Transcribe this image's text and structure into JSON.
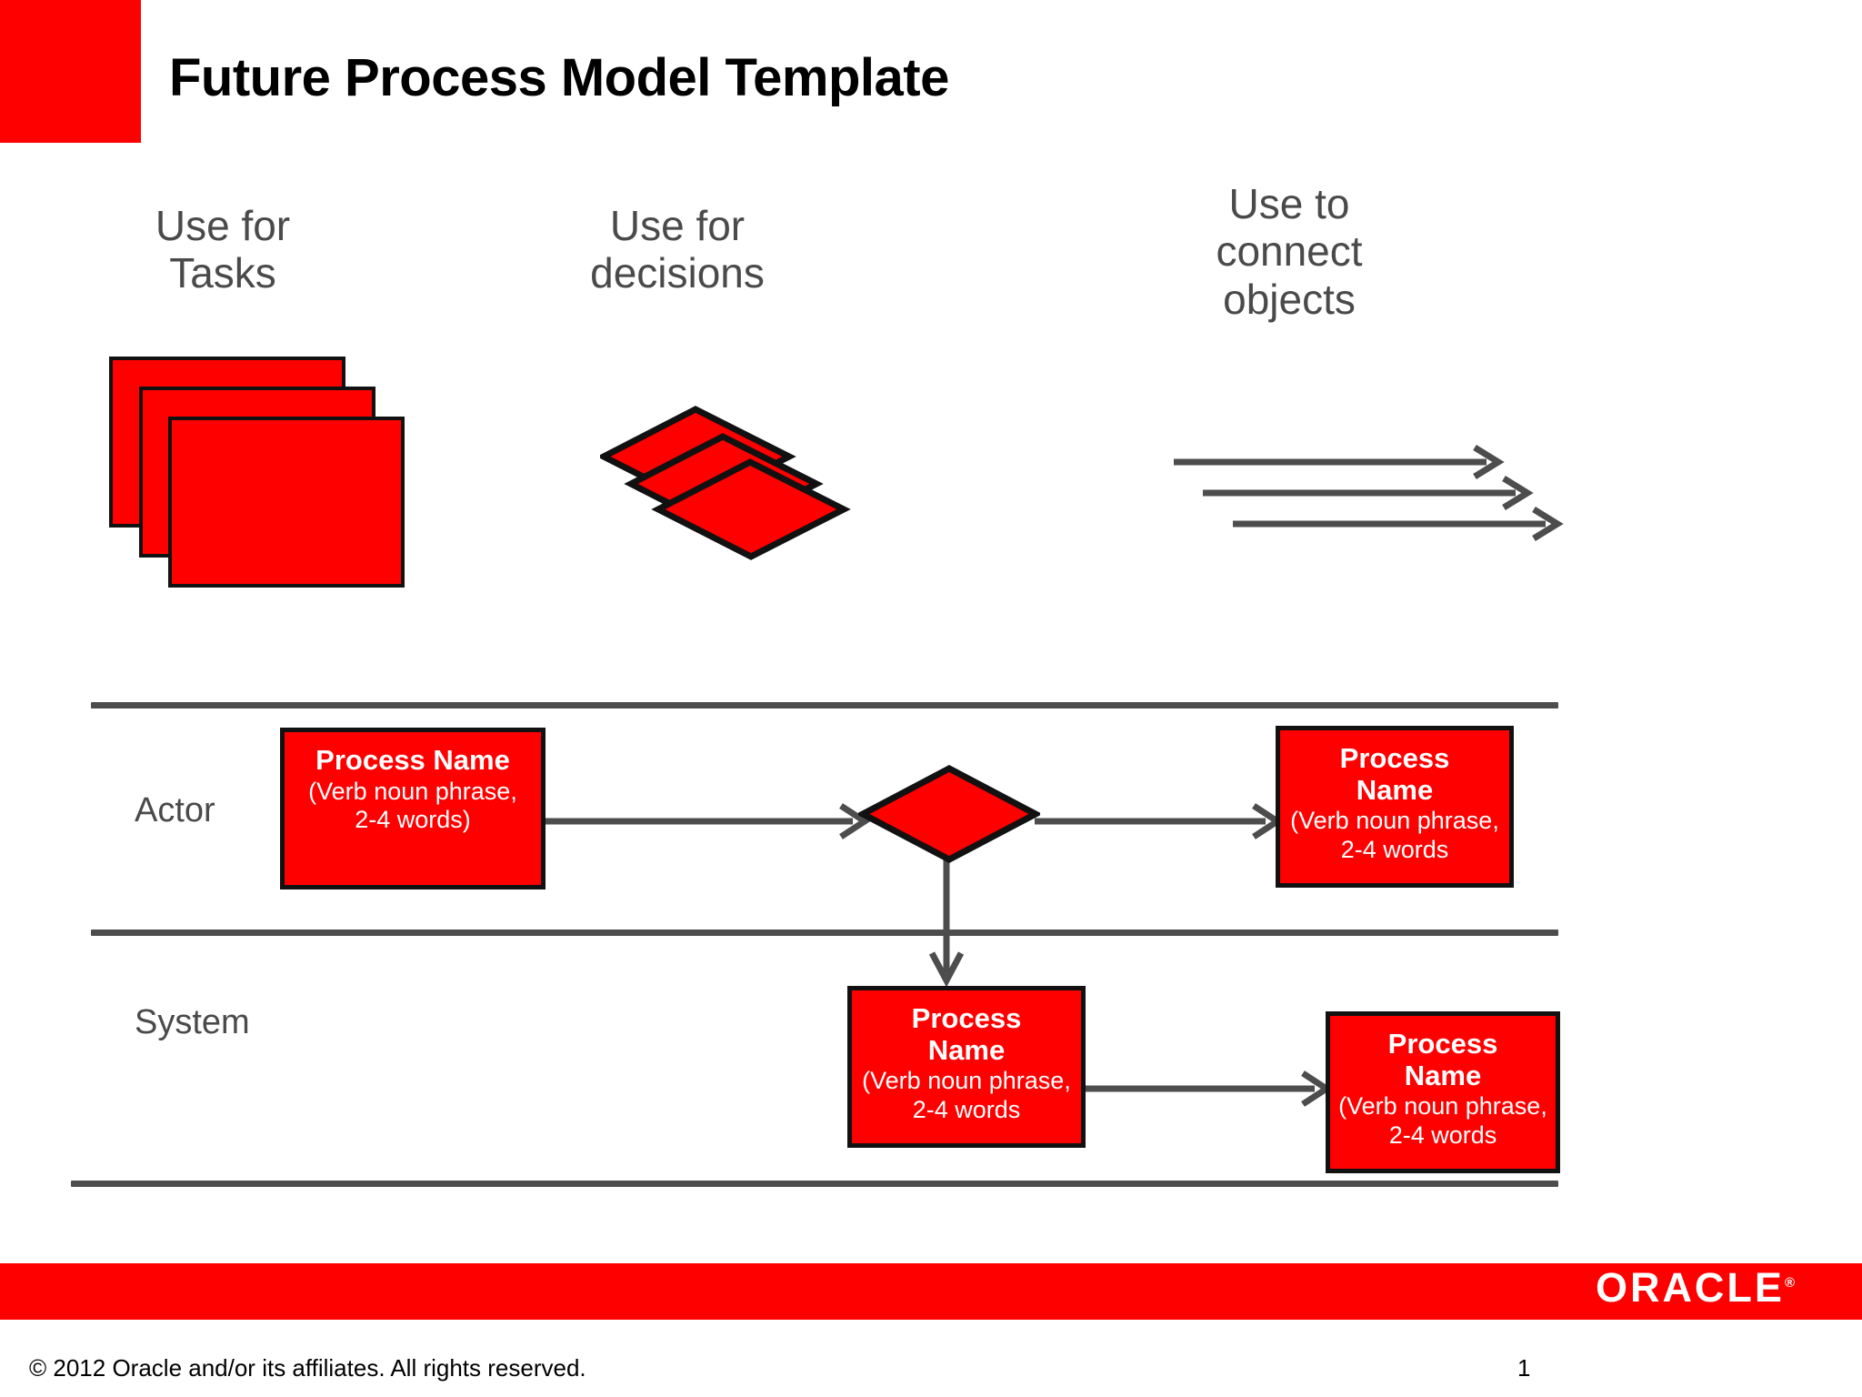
{
  "slide": {
    "title": "Future Process Model Template",
    "accent_color": "#ff0000",
    "text_gray": "#4a4a4a",
    "line_gray": "#4d4d4d"
  },
  "legend": {
    "tasks": {
      "caption_line1": "Use for",
      "caption_line2": "Tasks",
      "shape": "stacked-rectangles",
      "count": 3
    },
    "decisions": {
      "caption_line1": "Use for",
      "caption_line2": "decisions",
      "shape": "stacked-rhombi",
      "count": 3
    },
    "connectors": {
      "caption_line1": "Use to",
      "caption_line2": "connect",
      "caption_line3": "objects",
      "shape": "arrows",
      "count": 3
    }
  },
  "diagram": {
    "lanes": [
      {
        "label": "Actor"
      },
      {
        "label": "System"
      }
    ],
    "nodes": [
      {
        "id": "proc-1",
        "lane": "Actor",
        "title": "Process Name",
        "subtitle_line1": "(Verb noun phrase,",
        "subtitle_line2": "2-4 words)"
      },
      {
        "id": "proc-2",
        "lane": "Actor",
        "title_line1": "Process",
        "title_line2": "Name",
        "subtitle_line1": "(Verb noun phrase,",
        "subtitle_line2": "2-4 words"
      },
      {
        "id": "proc-3",
        "lane": "System",
        "title_line1": "Process",
        "title_line2": "Name",
        "subtitle_line1": "(Verb noun phrase,",
        "subtitle_line2": "2-4 words"
      },
      {
        "id": "proc-4",
        "lane": "System",
        "title_line1": "Process",
        "title_line2": "Name",
        "subtitle_line1": "(Verb noun phrase,",
        "subtitle_line2": "2-4 words"
      }
    ],
    "decision": {
      "id": "decision-1",
      "lane": "Actor",
      "label": ""
    }
  },
  "footer": {
    "brand": "ORACLE",
    "registered_mark": "®",
    "copyright": "© 2012 Oracle and/or its affiliates.  All rights reserved.",
    "page_number": "1"
  }
}
